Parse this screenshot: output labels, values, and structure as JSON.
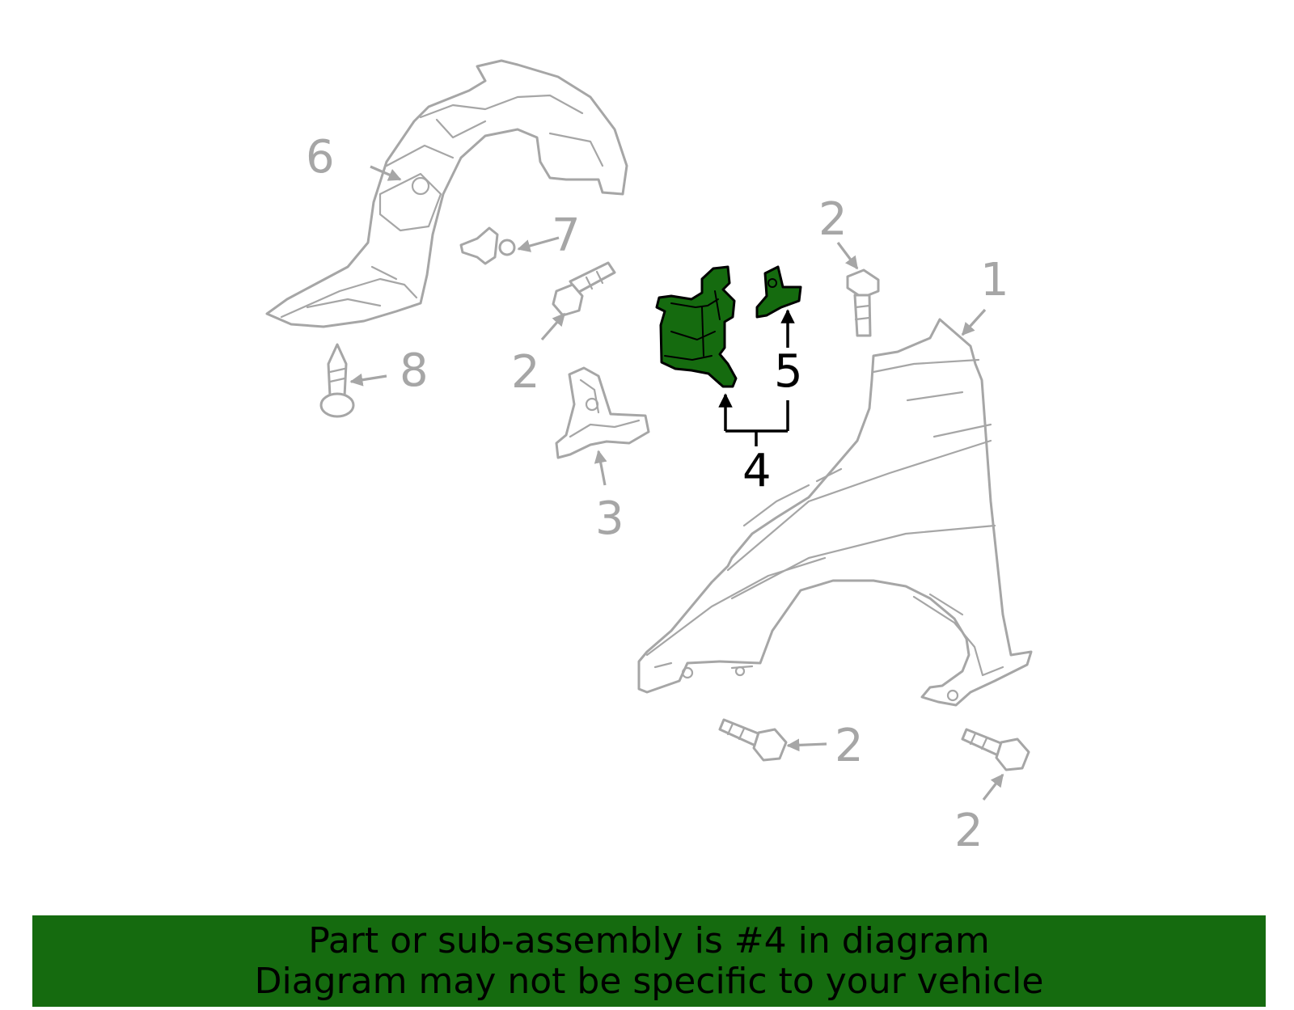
{
  "callouts": {
    "c1": "1",
    "c2a": "2",
    "c2b": "2",
    "c2c": "2",
    "c2d": "2",
    "c3": "3",
    "c4": "4",
    "c5": "5",
    "c6": "6",
    "c7": "7",
    "c8": "8"
  },
  "highlighted_part": "4",
  "banner": {
    "line1": "Part or sub-assembly is #4 in diagram",
    "line2": "Diagram may not be specific to your vehicle"
  },
  "colors": {
    "highlight": "#156b0f",
    "parts": "#a6a6a6",
    "background": "#ffffff"
  }
}
